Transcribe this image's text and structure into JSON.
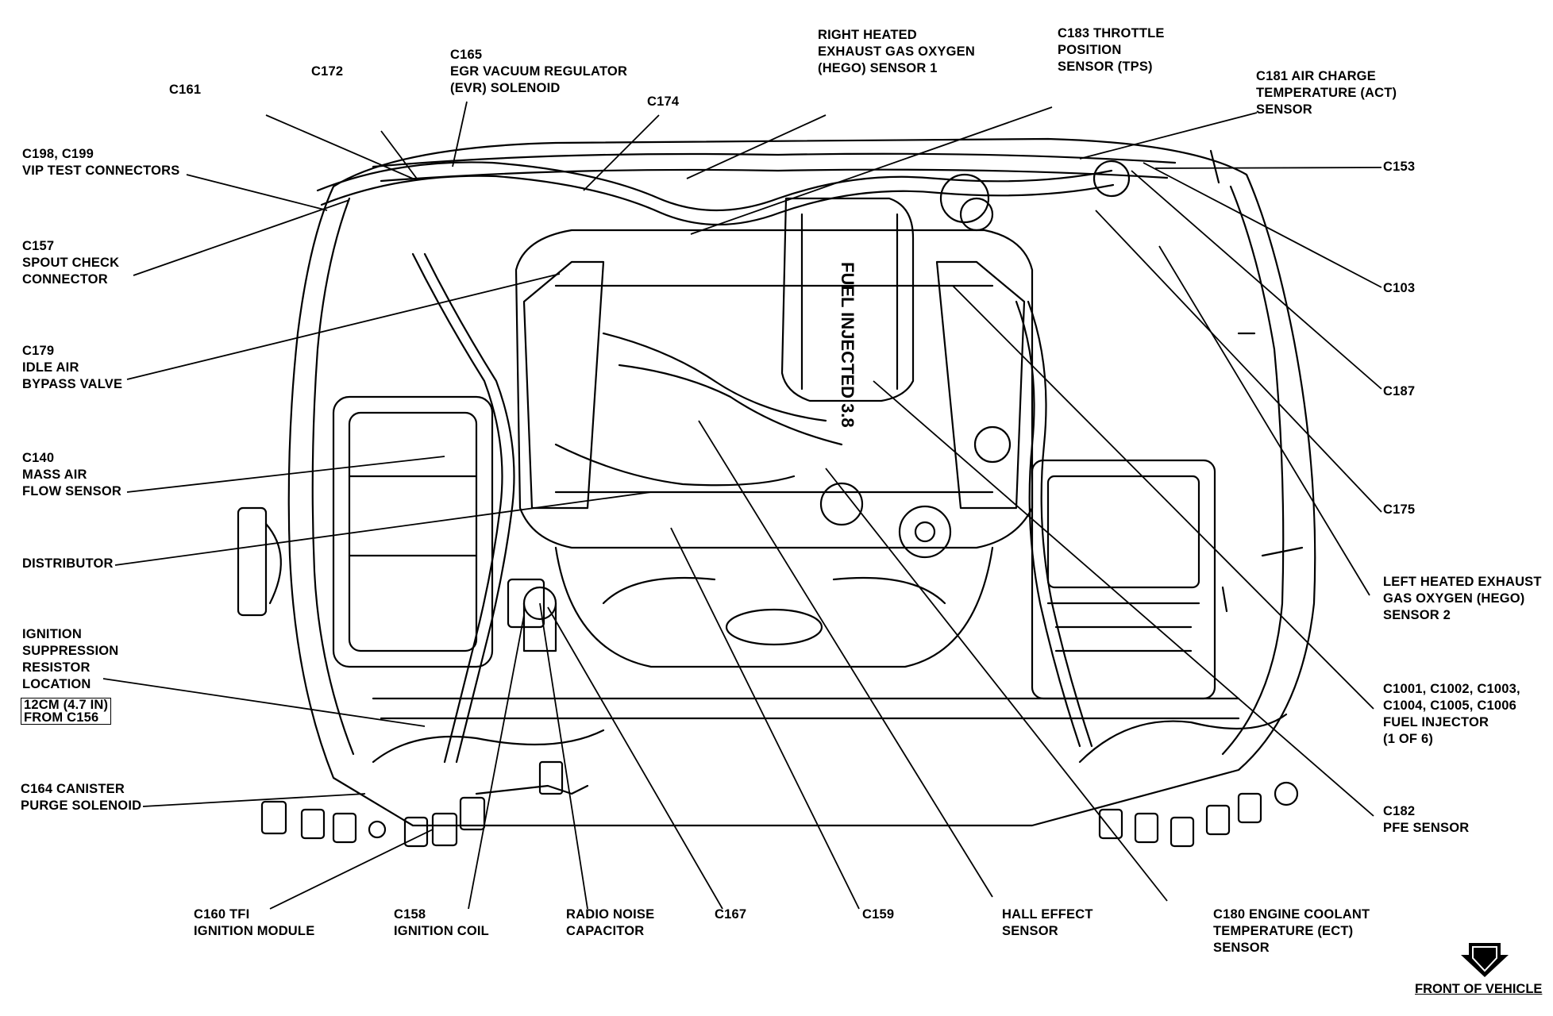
{
  "labels": {
    "c161": "C161",
    "c172": "C172",
    "c165": "C165\nEGR VACUUM REGULATOR\n(EVR) SOLENOID",
    "c174": "C174",
    "hego1": "RIGHT HEATED\nEXHAUST GAS OXYGEN\n(HEGO) SENSOR 1",
    "c183": "C183 THROTTLE\nPOSITION\nSENSOR (TPS)",
    "c181": "C181 AIR CHARGE\nTEMPERATURE (ACT)\nSENSOR",
    "c198": "C198, C199\nVIP TEST CONNECTORS",
    "c157": "C157\nSPOUT CHECK\nCONNECTOR",
    "c179": "C179\nIDLE AIR\nBYPASS VALVE",
    "c140": "C140\nMASS AIR\nFLOW SENSOR",
    "distributor": "DISTRIBUTOR",
    "ignition_supp": "IGNITION\nSUPPRESSION\nRESISTOR\nLOCATION",
    "resistor_box": "12CM (4.7 IN)\nFROM C156",
    "c164": "C164 CANISTER\nPURGE SOLENOID",
    "c160": "C160 TFI\nIGNITION MODULE",
    "c158": "C158\nIGNITION COIL",
    "radio": "RADIO NOISE\nCAPACITOR",
    "c167": "C167",
    "c159": "C159",
    "hall": "HALL EFFECT\nSENSOR",
    "c180": "C180 ENGINE COOLANT\nTEMPERATURE (ECT)\nSENSOR",
    "c182": "C182\nPFE SENSOR",
    "injector": "C1001, C1002, C1003,\nC1004, C1005, C1006\nFUEL INJECTOR\n(1 OF 6)",
    "hego2": "LEFT HEATED EXHAUST\nGAS OXYGEN (HEGO)\nSENSOR 2",
    "c175": "C175",
    "c187": "C187",
    "c103": "C103",
    "c153": "C153",
    "front": "FRONT OF VEHICLE",
    "engine_badge": "FUEL INJECTED 3.8"
  },
  "icons": {
    "front_arrow": "down-arrow-icon"
  }
}
